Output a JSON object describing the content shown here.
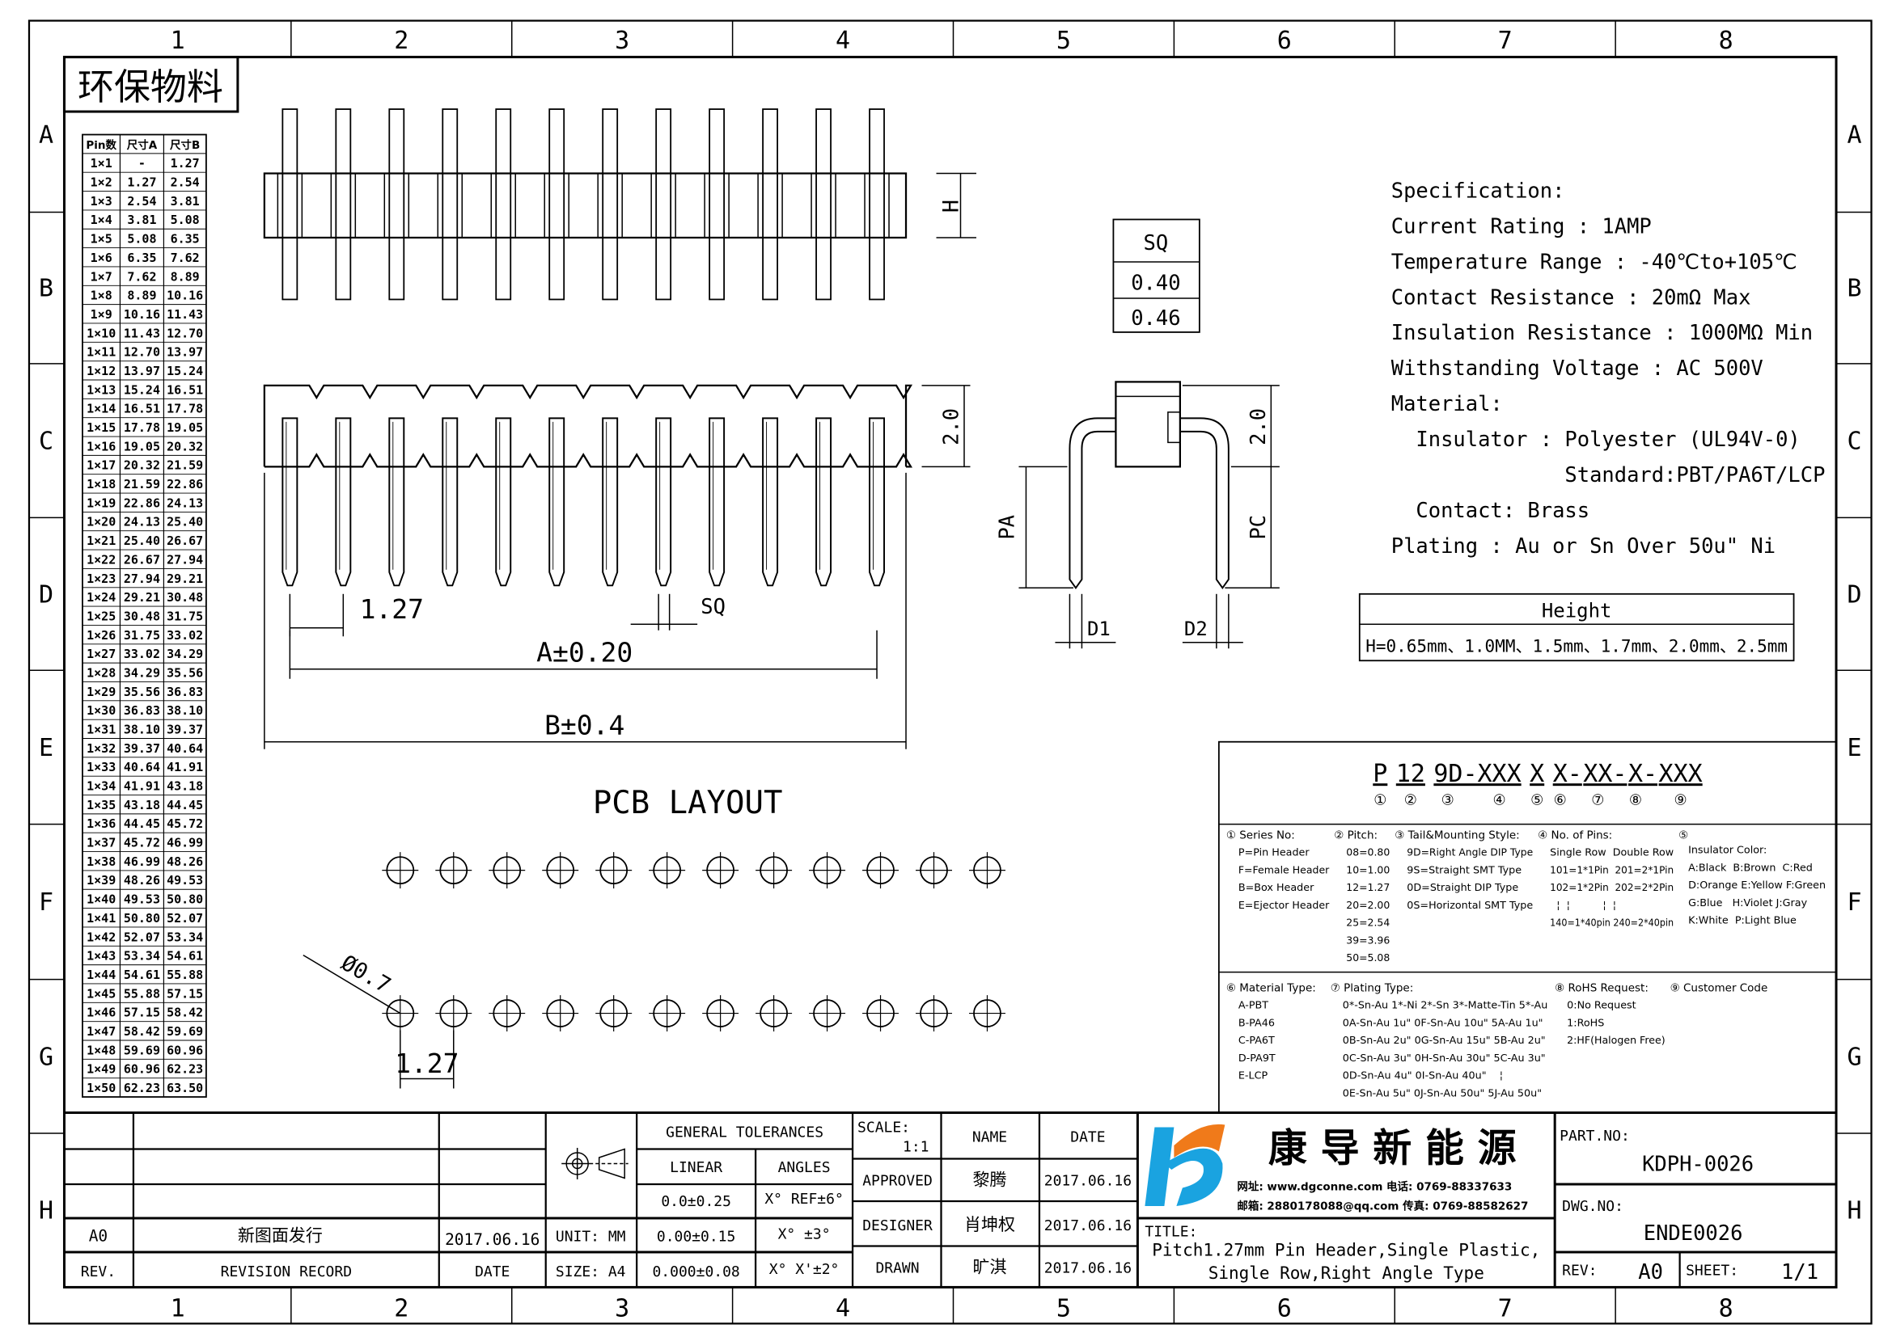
{
  "frame": {
    "columns": [
      "1",
      "2",
      "3",
      "4",
      "5",
      "6",
      "7",
      "8"
    ],
    "rows": [
      "A",
      "B",
      "C",
      "D",
      "E",
      "F",
      "G",
      "H"
    ]
  },
  "badge": "环保物料",
  "pin_table": {
    "headers": [
      "Pin数",
      "尺寸A",
      "尺寸B"
    ],
    "rows": [
      [
        "1×1",
        "-",
        "1.27"
      ],
      [
        "1×2",
        "1.27",
        "2.54"
      ],
      [
        "1×3",
        "2.54",
        "3.81"
      ],
      [
        "1×4",
        "3.81",
        "5.08"
      ],
      [
        "1×5",
        "5.08",
        "6.35"
      ],
      [
        "1×6",
        "6.35",
        "7.62"
      ],
      [
        "1×7",
        "7.62",
        "8.89"
      ],
      [
        "1×8",
        "8.89",
        "10.16"
      ],
      [
        "1×9",
        "10.16",
        "11.43"
      ],
      [
        "1×10",
        "11.43",
        "12.70"
      ],
      [
        "1×11",
        "12.70",
        "13.97"
      ],
      [
        "1×12",
        "13.97",
        "15.24"
      ],
      [
        "1×13",
        "15.24",
        "16.51"
      ],
      [
        "1×14",
        "16.51",
        "17.78"
      ],
      [
        "1×15",
        "17.78",
        "19.05"
      ],
      [
        "1×16",
        "19.05",
        "20.32"
      ],
      [
        "1×17",
        "20.32",
        "21.59"
      ],
      [
        "1×18",
        "21.59",
        "22.86"
      ],
      [
        "1×19",
        "22.86",
        "24.13"
      ],
      [
        "1×20",
        "24.13",
        "25.40"
      ],
      [
        "1×21",
        "25.40",
        "26.67"
      ],
      [
        "1×22",
        "26.67",
        "27.94"
      ],
      [
        "1×23",
        "27.94",
        "29.21"
      ],
      [
        "1×24",
        "29.21",
        "30.48"
      ],
      [
        "1×25",
        "30.48",
        "31.75"
      ],
      [
        "1×26",
        "31.75",
        "33.02"
      ],
      [
        "1×27",
        "33.02",
        "34.29"
      ],
      [
        "1×28",
        "34.29",
        "35.56"
      ],
      [
        "1×29",
        "35.56",
        "36.83"
      ],
      [
        "1×30",
        "36.83",
        "38.10"
      ],
      [
        "1×31",
        "38.10",
        "39.37"
      ],
      [
        "1×32",
        "39.37",
        "40.64"
      ],
      [
        "1×33",
        "40.64",
        "41.91"
      ],
      [
        "1×34",
        "41.91",
        "43.18"
      ],
      [
        "1×35",
        "43.18",
        "44.45"
      ],
      [
        "1×36",
        "44.45",
        "45.72"
      ],
      [
        "1×37",
        "45.72",
        "46.99"
      ],
      [
        "1×38",
        "46.99",
        "48.26"
      ],
      [
        "1×39",
        "48.26",
        "49.53"
      ],
      [
        "1×40",
        "49.53",
        "50.80"
      ],
      [
        "1×41",
        "50.80",
        "52.07"
      ],
      [
        "1×42",
        "52.07",
        "53.34"
      ],
      [
        "1×43",
        "53.34",
        "54.61"
      ],
      [
        "1×44",
        "54.61",
        "55.88"
      ],
      [
        "1×45",
        "55.88",
        "57.15"
      ],
      [
        "1×46",
        "57.15",
        "58.42"
      ],
      [
        "1×47",
        "58.42",
        "59.69"
      ],
      [
        "1×48",
        "59.69",
        "60.96"
      ],
      [
        "1×49",
        "60.96",
        "62.23"
      ],
      [
        "1×50",
        "62.23",
        "63.50"
      ]
    ]
  },
  "dimensions": {
    "h": "H",
    "two_mm": "2.0",
    "two_mm_side": "2.0",
    "pitch": "1.27",
    "sq": "SQ",
    "a": "A±0.20",
    "b": "B±0.4",
    "pa": "PA",
    "pc": "PC",
    "d1": "D1",
    "d2": "D2",
    "hole_dia": "Ø0.7",
    "pcb_pitch": "1.27"
  },
  "sq_table": {
    "header": "SQ",
    "values": [
      "0.40",
      "0.46"
    ]
  },
  "specs": [
    "Specification:",
    "Current Rating : 1AMP",
    "Temperature Range : -40℃to+105℃",
    "Contact Resistance : 20mΩ Max",
    "Insulation Resistance : 1000MΩ Min",
    "Withstanding Voltage : AC 500V",
    "Material:",
    "  Insulator : Polyester (UL94V-0)",
    "              Standard:PBT/PA6T/LCP",
    "  Contact: Brass",
    "Plating : Au or Sn Over 50u\" Ni"
  ],
  "height_table": {
    "header": "Height",
    "value": "H=0.65mm、1.0MM、1.5mm、1.7mm、2.0mm、2.5mm"
  },
  "part_code": {
    "segments": [
      "P",
      "12",
      "9D-XXX",
      "X",
      "X-",
      "XX-",
      "X-",
      "XXX"
    ],
    "markers": [
      "①",
      "②",
      "③",
      "④",
      "⑤",
      "⑥",
      "⑦",
      "⑧",
      "⑨"
    ]
  },
  "legend_top": [
    {
      "title": "① Series No:",
      "lines": [
        "P=Pin Header",
        "F=Female Header",
        "B=Box Header",
        "E=Ejector Header"
      ]
    },
    {
      "title": "② Pitch:",
      "lines": [
        "08=0.80",
        "10=1.00",
        "12=1.27",
        "20=2.00",
        "25=2.54",
        "39=3.96",
        "50=5.08"
      ]
    },
    {
      "title": "③ Tail&Mounting Style:",
      "lines": [
        "9D=Right Angle DIP Type",
        "9S=Straight SMT Type",
        "0D=Straight DIP Type",
        "0S=Horizontal SMT Type"
      ]
    },
    {
      "title": "④ No. of Pins:",
      "lines": [
        "Single Row  Double Row",
        "101=1*1Pin  201=2*1Pin",
        "102=1*2Pin  202=2*2Pin",
        "  ¦  ¦          ¦  ¦",
        "140=1*40pin 240=2*40pin"
      ]
    },
    {
      "title": "⑤",
      "lines": [
        "Insulator Color:",
        "A:Black  B:Brown  C:Red",
        "D:Orange E:Yellow F:Green",
        "G:Blue   H:Violet J:Gray",
        "K:White  P:Light Blue"
      ]
    }
  ],
  "legend_bottom": [
    {
      "title": "⑥ Material Type:",
      "lines": [
        "A-PBT",
        "B-PA46",
        "C-PA6T",
        "D-PA9T",
        "E-LCP"
      ]
    },
    {
      "title": "⑦ Plating Type:",
      "lines": [
        "0*-Sn-Au 1*-Ni 2*-Sn 3*-Matte-Tin 5*-Au",
        "0A-Sn-Au 1u\" 0F-Sn-Au 10u\" 5A-Au 1u\"",
        "0B-Sn-Au 2u\" 0G-Sn-Au 15u\" 5B-Au 2u\"",
        "0C-Sn-Au 3u\" 0H-Sn-Au 30u\" 5C-Au 3u\"",
        "0D-Sn-Au 4u\" 0I-Sn-Au 40u\"    ¦",
        "0E-Sn-Au 5u\" 0J-Sn-Au 50u\" 5J-Au 50u\""
      ]
    },
    {
      "title": "⑧ RoHS Request:",
      "lines": [
        "0:No Request",
        "1:RoHS",
        "2:HF(Halogen Free)"
      ]
    },
    {
      "title": "⑨ Customer Code",
      "lines": []
    }
  ],
  "pcb_title": "PCB LAYOUT",
  "title_block": {
    "revision": {
      "rev": "A0",
      "record": "新图面发行",
      "date": "2017.06.16",
      "rev_label": "REV.",
      "record_label": "REVISION RECORD",
      "date_label": "DATE"
    },
    "unit": "UNIT: MM",
    "size": "SIZE: A4",
    "tolerances": {
      "title": "GENERAL TOLERANCES",
      "linear_label": "LINEAR",
      "angles_label": "ANGLES",
      "linear": [
        "0.0±0.25",
        "0.00±0.15",
        "0.000±0.08"
      ],
      "angles": [
        "X° REF±6°",
        "X° ±3°",
        "X° X'±2°"
      ]
    },
    "scale_label": "SCALE:",
    "scale": "1:1",
    "name_label": "NAME",
    "date_label": "DATE",
    "signoffs": [
      {
        "role": "APPROVED",
        "name": "黎腾",
        "date": "2017.06.16"
      },
      {
        "role": "DESIGNER",
        "name": "肖坤权",
        "date": "2017.06.16"
      },
      {
        "role": "DRAWN",
        "name": "旷淇",
        "date": "2017.06.16"
      }
    ],
    "company": "康 导 新 能 源",
    "contact_1": "网址: www.dgconne.com  电话: 0769-88337633",
    "contact_2": "邮箱: 2880178088@qq.com 传真: 0769-88582627",
    "title_label": "TITLE:",
    "title_1": "Pitch1.27mm Pin Header,Single Plastic,",
    "title_2": "Single Row,Right Angle Type",
    "part_no_label": "PART.NO:",
    "part_no": "KDPH-0026",
    "dwg_no_label": "DWG.NO:",
    "dwg_no": "ENDE0026",
    "rev_label": "REV:",
    "rev": "A0",
    "sheet_label": "SHEET:",
    "sheet": "1/1",
    "logo_colors": {
      "blue": "#1aa3e0",
      "orange": "#f07a1a"
    }
  }
}
